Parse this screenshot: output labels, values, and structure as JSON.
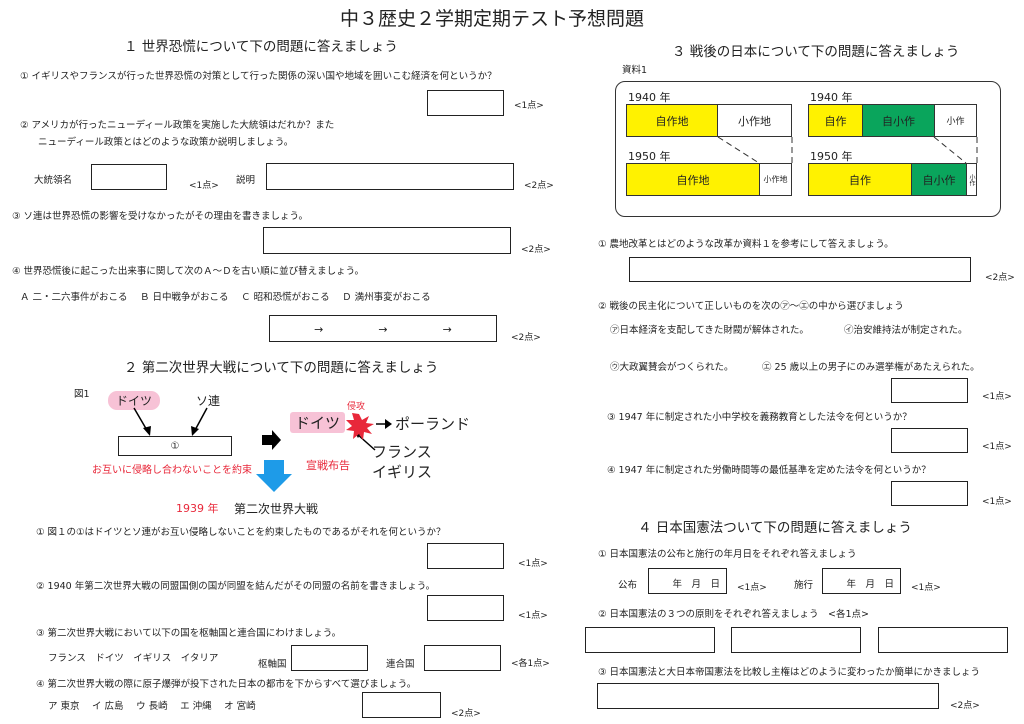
{
  "title": "中３歴史２学期定期テスト予想問題",
  "s1": {
    "heading": "１ 世界恐慌について下の問題に答えましょう",
    "q1": "① イギリスやフランスが行った世界恐慌の対策として行った関係の深い国や地域を囲いこむ経済を何というか？",
    "q1_pts": "<1点>",
    "q2_line1": "② アメリカが行ったニューディール政策を実施した大統領はだれか？また",
    "q2_line2": "ニューディール政策とはどのような政策か説明しましょう。",
    "president_label": "大統領名",
    "president_pts": "<1点>",
    "explain_label": "説明",
    "explain_pts": "<2点>",
    "q3": "③ ソ連は世界恐慌の影響を受けなかったがその理由を書きましょう。",
    "q3_pts": "<2点>",
    "q4": "④ 世界恐慌後に起こった出来事に関して次のＡ～Ｄを古い順に並び替えましょう。",
    "q4_options": "Ａ 二・二六事件がおこる　 Ｂ 日中戦争がおこる　 Ｃ 昭和恐慌がおこる　 Ｄ 満州事変がおこる",
    "q4_answer": "→　　　　　→　　　　　→",
    "q4_pts": "<2点>"
  },
  "s2": {
    "heading": "２ 第二次世界大戦について下の問題に答えましょう",
    "fig_label": "図1",
    "fig": {
      "germany": "ドイツ",
      "ussr": "ソ連",
      "pact": "①",
      "pact_note": "お互いに侵略し合わないことを約束",
      "germany2": "ドイツ",
      "invasion": "侵攻",
      "poland": "ポーランド",
      "france": "フランス",
      "britain": "イギリス",
      "declaration": "宣戦布告",
      "year": "1939 年",
      "war": "第二次世界大戦"
    },
    "q1": "① 図１の①はドイツとソ連がお互い侵略しないことを約束したものであるがそれを何というか？",
    "q1_pts": "<1点>",
    "q2": "② 1940 年第二次世界大戦の同盟国側の国が同盟を結んだがその同盟の名前を書きましょう。",
    "q2_pts": "<1点>",
    "q3": "③ 第二次世界大戦において以下の国を枢軸国と連合国にわけましょう。",
    "q3_countries": "フランス　ドイツ　イギリス　イタリア",
    "axis_label": "枢軸国",
    "allies_label": "連合国",
    "q3_pts": "<各1点>",
    "q4": "④ 第二次世界大戦の際に原子爆弾が投下された日本の都市を下からすべて選びましょう。",
    "q4_options": "ア 東京　 イ 広島　 ウ 長崎　 エ 沖縄　 オ 宮崎",
    "q4_pts": "<2点>"
  },
  "s3": {
    "heading": "３ 戦後の日本について下の問題に答えましょう",
    "source_label": "資料1",
    "chart": {
      "left_1940": "1940 年",
      "left_1950": "1950 年",
      "right_1940": "1940 年",
      "right_1950": "1950 年",
      "owner": "自作地",
      "tenant": "小作地",
      "tenant_small": "小作地",
      "self": "自作",
      "self_tenant": "自小作",
      "tenant_farmer": "小作",
      "tenant_farmer_small": "小作"
    },
    "q1": "① 農地改革とはどのような改革か資料１を参考にして答えましょう。",
    "q1_pts": "<2点>",
    "q2": "② 戦後の民主化について正しいものを次の㋐～㋓の中から選びましょう",
    "q2_a": "㋐日本経済を支配してきた財閥が解体された。",
    "q2_b": "㋑治安維持法が制定された。",
    "q2_c": "㋒大政翼賛会がつくられた。",
    "q2_d": "㋓ 25 歳以上の男子にのみ選挙権があたえられた。",
    "q2_pts": "<1点>",
    "q3": "③ 1947 年に制定された小中学校を義務教育とした法令を何というか？",
    "q3_pts": "<1点>",
    "q4": "④ 1947 年に制定された労働時間等の最低基準を定めた法令を何というか？",
    "q4_pts": "<1点>"
  },
  "s4": {
    "heading": "４ 日本国憲法ついて下の問題に答えましょう",
    "q1": "① 日本国憲法の公布と施行の年月日をそれぞれ答えましょう",
    "promulgation_label": "公布",
    "enforcement_label": "施行",
    "date_template": "年　月　日",
    "q1_pts_a": "<1点>",
    "q1_pts_b": "<1点>",
    "q2": "② 日本国憲法の３つの原則をそれぞれ答えましょう　<各1点>",
    "q3": "③ 日本国憲法と大日本帝国憲法を比較し主権はどのように変わったか簡単にかきましょう",
    "q3_pts": "<2点>"
  }
}
